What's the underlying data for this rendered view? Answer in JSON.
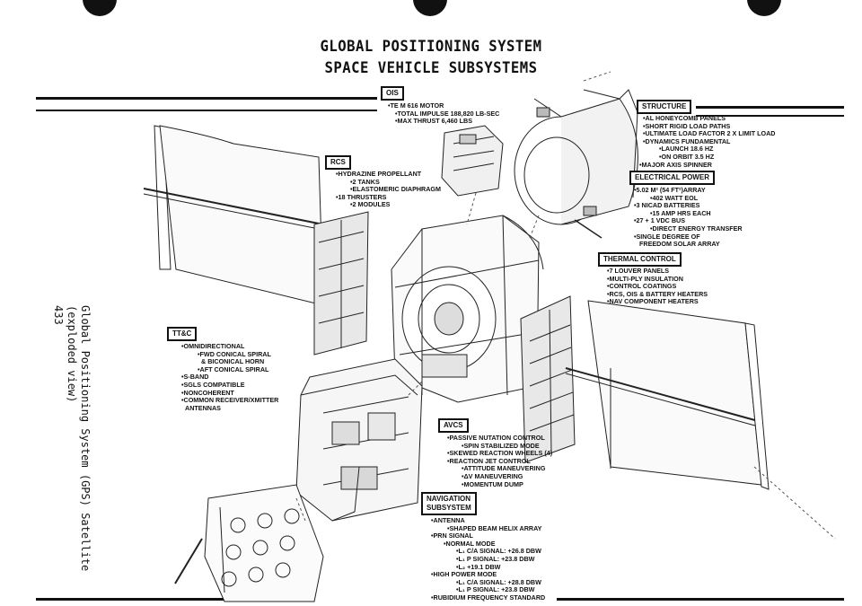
{
  "title": {
    "line1": "GLOBAL POSITIONING SYSTEM",
    "line2": "SPACE VEHICLE SUBSYSTEMS"
  },
  "side_caption": {
    "line1": "Global Positioning System (GPS) Satellite",
    "line2": "(exploded view)",
    "page_number": "433"
  },
  "subsystems": {
    "ois": {
      "label": "OIS",
      "items": [
        "•TE M 616 MOTOR",
        "•TOTAL IMPULSE 188,820 LB-SEC",
        "•MAX THRUST 6,460 LBS"
      ]
    },
    "rcs": {
      "label": "RCS",
      "items": [
        "•HYDRAZINE PROPELLANT",
        "•2 TANKS",
        "•ELASTOMERIC DIAPHRAGM",
        "•18 THRUSTERS",
        "•2 MODULES"
      ]
    },
    "structure": {
      "label": "STRUCTURE",
      "items": [
        "•AL HONEYCOMB PANELS",
        "•SHORT RIGID LOAD PATHS",
        "•ULTIMATE LOAD FACTOR 2 X LIMIT LOAD",
        "•DYNAMICS FUNDAMENTAL",
        "•LAUNCH 18.6 HZ",
        "•ON ORBIT   3.5 HZ",
        "•MAJOR AXIS SPINNER"
      ]
    },
    "electrical": {
      "label": "ELECTRICAL POWER",
      "items": [
        "•5.02 M² (54 FT²)ARRAY",
        "•402 WATT EOL",
        "•3 NICAD BATTERIES",
        "•15 AMP HRS EACH",
        "•27 + 1 VDC BUS",
        "•DIRECT ENERGY TRANSFER",
        "•SINGLE DEGREE OF",
        "FREEDOM SOLAR ARRAY"
      ]
    },
    "thermal": {
      "label": "THERMAL CONTROL",
      "items": [
        "•7 LOUVER PANELS",
        "•MULTI-PLY INSULATION",
        "•CONTROL COATINGS",
        "•RCS, OIS & BATTERY HEATERS",
        "•NAV COMPONENT HEATERS"
      ]
    },
    "ttc": {
      "label": "TT&C",
      "items": [
        "•OMNIDIRECTIONAL",
        "•FWD CONICAL SPIRAL",
        "& BICONICAL HORN",
        "•AFT CONICAL SPIRAL",
        "•S-BAND",
        "•SGLS COMPATIBLE",
        "•NONCOHERENT",
        "•COMMON RECEIVER/XMITTER",
        "ANTENNAS"
      ]
    },
    "avcs": {
      "label": "AVCS",
      "items": [
        "•PASSIVE NUTATION CONTROL",
        "•SPIN STABILIZED MODE",
        "•SKEWED REACTION WHEELS (4)",
        "•REACTION JET CONTROL",
        "•ATTITUDE MANEUVERING",
        "•ΔV MANEUVERING",
        "•MOMENTUM DUMP"
      ]
    },
    "navigation": {
      "label_line1": "NAVIGATION",
      "label_line2": "SUBSYSTEM",
      "items": [
        "•ANTENNA",
        "•SHAPED BEAM HELIX ARRAY",
        "•PRN SIGNAL",
        "•NORMAL MODE",
        "•L₁ C/A SIGNAL:  +26.8 DBW",
        "•L₁ P SIGNAL:  +23.8 DBW",
        "•L₂  +19.1 DBW",
        "•HIGH POWER MODE",
        "•L₁ C/A SIGNAL:  +28.8 DBW",
        "•L₁ P SIGNAL:  +23.8 DBW",
        "•RUBIDIUM FREQUENCY STANDARD"
      ]
    }
  }
}
